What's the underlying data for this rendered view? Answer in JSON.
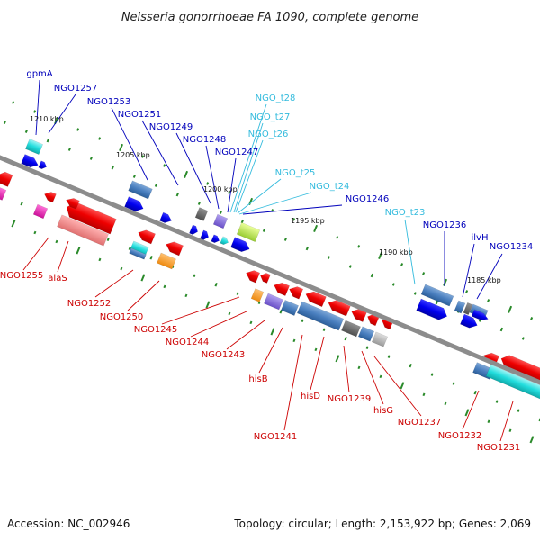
{
  "title": "Neisseria gonorrhoeae FA 1090, complete genome",
  "footer": {
    "accession": "Accession: NC_002946",
    "summary": "Topology: circular; Length: 2,153,922 bp; Genes: 2,069"
  },
  "colors": {
    "forward_label": "#0000bb",
    "trna_label": "#33bbdd",
    "reverse_label": "#cc0000",
    "backbone": "#8c8c8c",
    "dots": "#2a8a2a"
  },
  "ticks": [
    "1210 kbp",
    "1205 kbp",
    "1200 kbp",
    "1195 kbp",
    "1190 kbp",
    "1185 kbp"
  ],
  "labels_forward": [
    "gpmA",
    "NGO1257",
    "NGO1253",
    "NGO1251",
    "NGO1249",
    "NGO1248",
    "NGO1247",
    "NGO1246",
    "NGO1236",
    "ilvH",
    "NGO1234"
  ],
  "labels_trna": [
    "NGO_t28",
    "NGO_t27",
    "NGO_t26",
    "NGO_t25",
    "NGO_t24",
    "NGO_t23"
  ],
  "labels_reverse": [
    "NGO1255",
    "alaS",
    "NGO1252",
    "NGO1250",
    "NGO1245",
    "NGO1244",
    "NGO1243",
    "hisB",
    "NGO1241",
    "hisD",
    "NGO1239",
    "hisG",
    "NGO1237",
    "NGO1232",
    "NGO1231"
  ]
}
